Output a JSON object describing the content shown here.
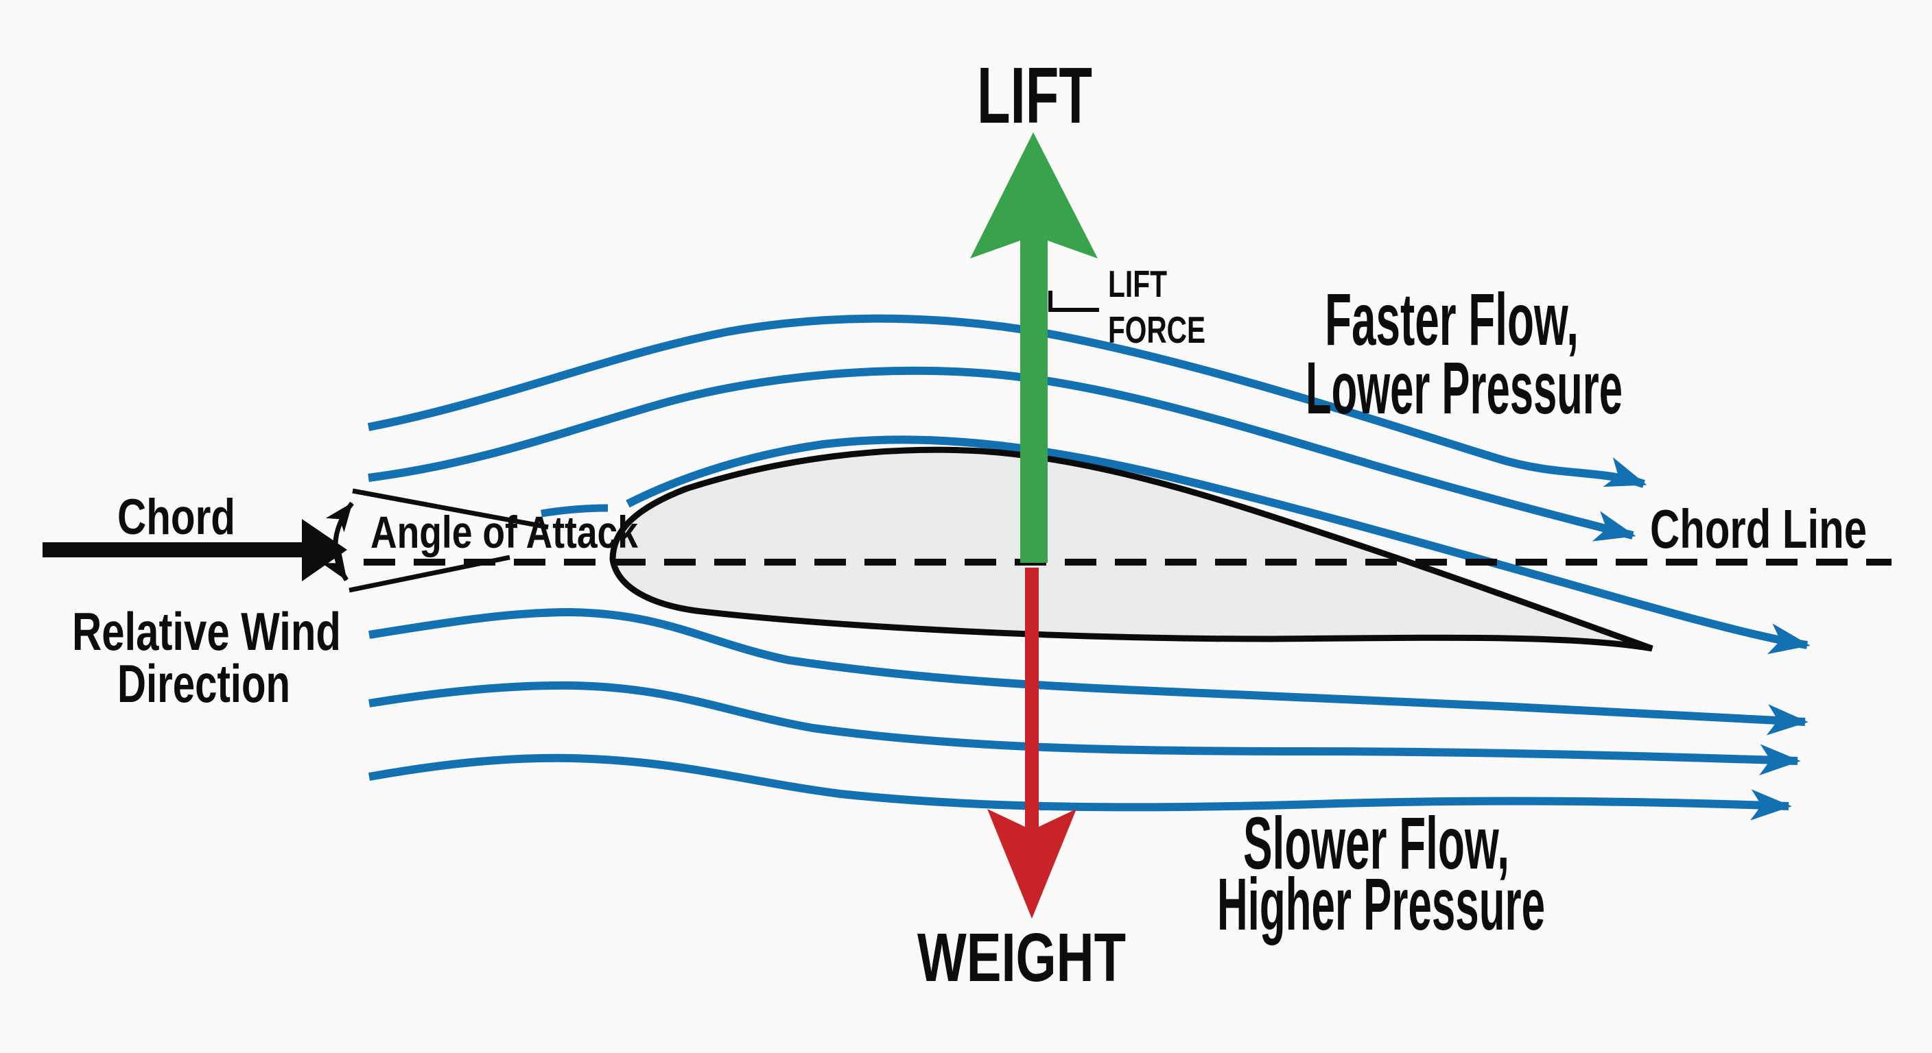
{
  "diagram": {
    "type": "aerodynamics-airfoil-forces",
    "title": "LIFT",
    "labels": {
      "lift": "LIFT",
      "lift_force_line1": "LIFT",
      "lift_force_line2": "FORCE",
      "faster_flow_line1": "Faster Flow,",
      "faster_flow_line2": "Lower Pressure",
      "chord": "Chord",
      "relative_wind_line1": "Relative Wind",
      "relative_wind_line2": "Direction",
      "angle_of_attack": "Angle of Attack",
      "chord_line": "Chord Line",
      "weight": "WEIGHT",
      "slower_flow_line1": "Slower Flow,",
      "slower_flow_line2": "Higher Pressure"
    },
    "annotations": {
      "upper_region": "Faster Flow, Lower Pressure",
      "lower_region": "Slower Flow, Higher Pressure",
      "lift_arrow_direction": "up",
      "weight_arrow_direction": "down",
      "relative_wind_direction": "right"
    },
    "colors": {
      "background": "#fbfaf8",
      "streamline": "#1371b2",
      "lift_arrow": "#39a24c",
      "weight_arrow": "#c82329",
      "airfoil_fill": "#eaecec",
      "outline": "#0d0d0d"
    },
    "counts": {
      "upper_streamlines": 3,
      "lower_streamlines": 3,
      "streamline_arrowheads": 6
    }
  }
}
